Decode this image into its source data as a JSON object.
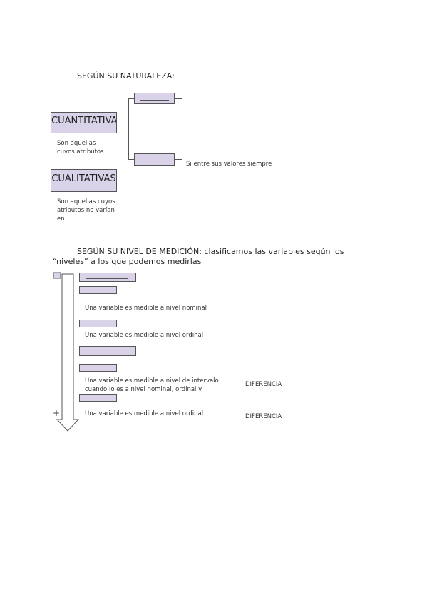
{
  "section1": {
    "title": "SEGÚN SU NATURALEZA:",
    "cuanti": {
      "label": "CUANTITATIVAS",
      "desc": "Son aquellas cuyos atributos"
    },
    "cuali": {
      "label": "CUALITATIVAS",
      "desc": "Son aquellas cuyos atributos no varían en"
    },
    "branch_text": "Si entre sus valores siempre"
  },
  "section2": {
    "title_bold": "SEGÚN SU NIVEL DE MEDICIÓN:",
    "title_rest": " clasificamos las variables según los",
    "title_line2": "“niveles” a los que podemos medirlas",
    "items": [
      "Una variable es medible a nivel nominal",
      "Una variable es medible a nivel ordinal",
      "Una variable es medible a nivel de intervalo cuando lo es a nivel nominal, ordinal y",
      "Una variable es medible a nivel ordinal"
    ],
    "diferencia1": "DIFERENCIA",
    "diferencia2": "DIFERENCIA",
    "plus_symbol": "+"
  },
  "colors": {
    "box_fill": "#d9d2e9",
    "border": "#555555"
  }
}
